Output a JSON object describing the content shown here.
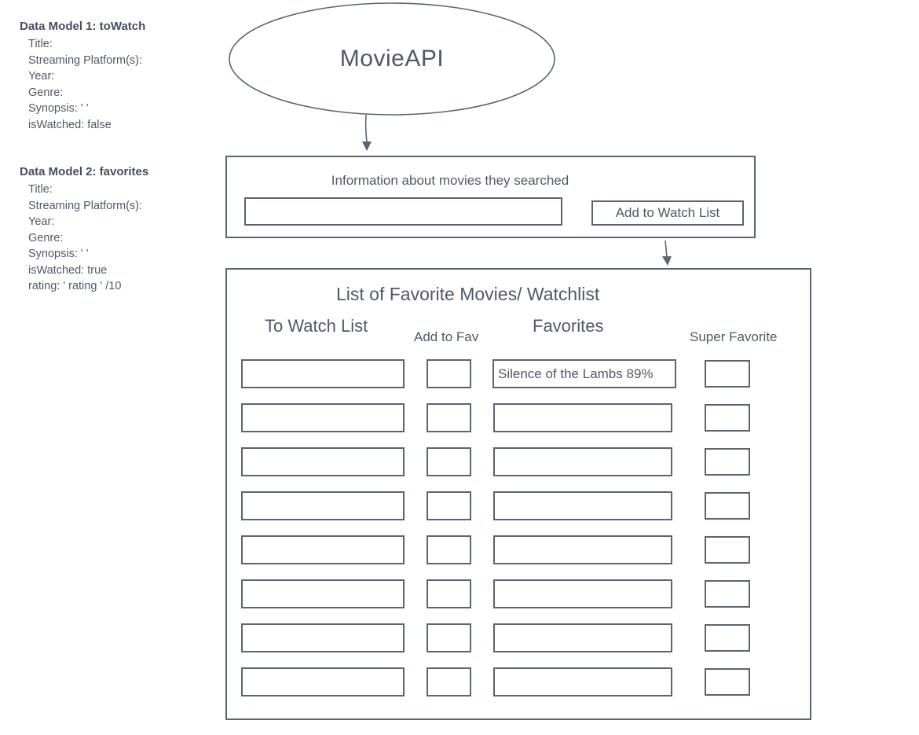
{
  "colors": {
    "stroke": "#5a6474",
    "text": "#4e5969",
    "heading": "#434e61"
  },
  "notes": {
    "model1": {
      "title": "Data Model 1: toWatch",
      "lines": [
        "Title:",
        "Streaming Platform(s):",
        "Year:",
        "Genre:",
        "Synopsis: ' '",
        "isWatched: false"
      ]
    },
    "model2": {
      "title": "Data Model 2: favorites",
      "lines": [
        "Title:",
        "Streaming Platform(s):",
        "Year:",
        "Genre:",
        "Synopsis: ' '",
        "isWatched: true",
        "rating: ' rating ' /10"
      ]
    }
  },
  "api": {
    "label": "MovieAPI"
  },
  "search_panel": {
    "title": "Information about movies they searched",
    "input_value": "",
    "button_label": "Add to Watch List"
  },
  "watchlist_panel": {
    "title": "List of Favorite Movies/ Watchlist",
    "columns": [
      "To Watch List",
      "Add to Fav",
      "Favorites",
      "Super Favorite"
    ],
    "rows": [
      {
        "to_watch": "",
        "add_to_fav": "",
        "favorites": "Silence of the Lambs 89%",
        "super_favorite": ""
      },
      {
        "to_watch": "",
        "add_to_fav": "",
        "favorites": "",
        "super_favorite": ""
      },
      {
        "to_watch": "",
        "add_to_fav": "",
        "favorites": "",
        "super_favorite": ""
      },
      {
        "to_watch": "",
        "add_to_fav": "",
        "favorites": "",
        "super_favorite": ""
      },
      {
        "to_watch": "",
        "add_to_fav": "",
        "favorites": "",
        "super_favorite": ""
      },
      {
        "to_watch": "",
        "add_to_fav": "",
        "favorites": "",
        "super_favorite": ""
      },
      {
        "to_watch": "",
        "add_to_fav": "",
        "favorites": "",
        "super_favorite": ""
      },
      {
        "to_watch": "",
        "add_to_fav": "",
        "favorites": "",
        "super_favorite": ""
      }
    ]
  }
}
